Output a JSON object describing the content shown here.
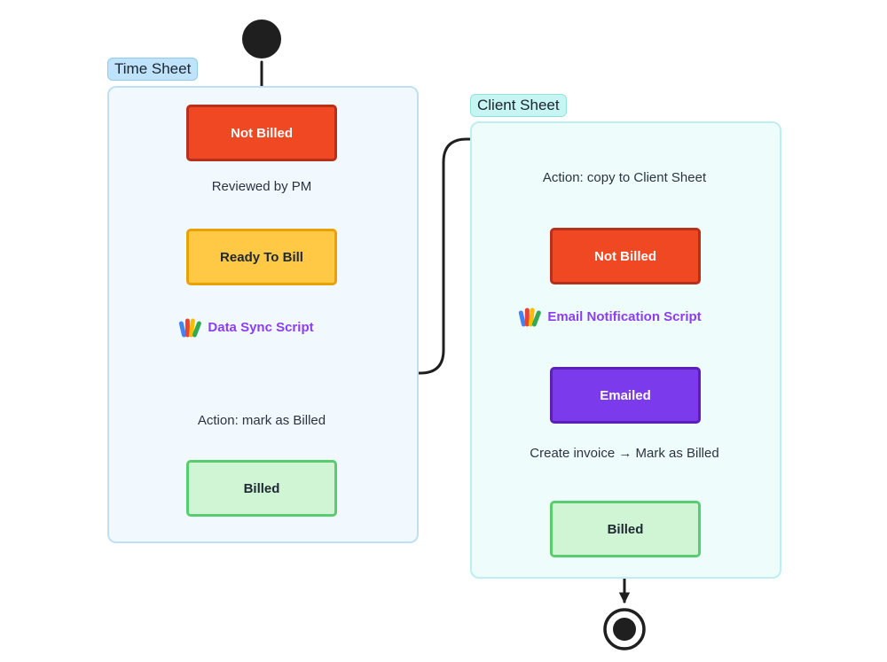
{
  "groups": {
    "time_sheet": "Time Sheet",
    "client_sheet": "Client Sheet"
  },
  "nodes": {
    "time_not_billed": "Not Billed",
    "ready_to_bill": "Ready To Bill",
    "time_billed": "Billed",
    "client_not_billed": "Not Billed",
    "emailed": "Emailed",
    "client_billed": "Billed"
  },
  "labels": {
    "reviewed_by_pm": "Reviewed by PM",
    "data_sync_script": "Data Sync Script",
    "mark_as_billed": "Action: mark as Billed",
    "copy_to_client": "Action: copy to Client Sheet",
    "email_notification_script": "Email Notification Script",
    "create_invoice": "Create invoice → Mark as Billed"
  },
  "colors": {
    "not_billed": "#f04822",
    "ready_to_bill": "#ffc845",
    "emailed": "#7c3aed",
    "billed": "#cff5d5",
    "script_text": "#8b3ff0"
  },
  "icons": {
    "script": "apps-script-icon",
    "start": "initial-state-dot",
    "end": "final-state-bullseye",
    "decision": "decision-diamond"
  }
}
